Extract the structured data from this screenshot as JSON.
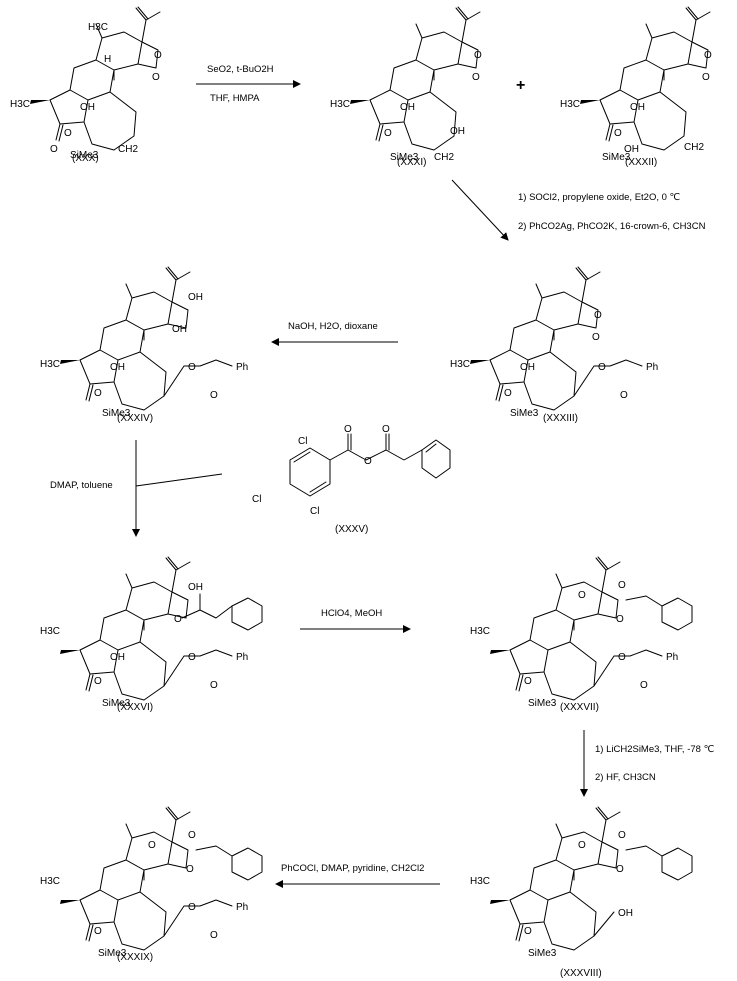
{
  "title": "Synthesis scheme (XXX) to (XXXIX)",
  "compounds": [
    {
      "id": "XXX",
      "label": "(XXX)"
    },
    {
      "id": "XXXI",
      "label": "(XXXI)"
    },
    {
      "id": "XXXII",
      "label": "(XXXII)"
    },
    {
      "id": "XXXIII",
      "label": "(XXXIII)"
    },
    {
      "id": "XXXIV",
      "label": "(XXXIV)"
    },
    {
      "id": "XXXV",
      "label": "(XXXV)"
    },
    {
      "id": "XXXVI",
      "label": "(XXXVI)"
    },
    {
      "id": "XXXVII",
      "label": "(XXXVII)"
    },
    {
      "id": "XXXVIII",
      "label": "(XXXVIII)"
    },
    {
      "id": "XXXIX",
      "label": "(XXXIX)"
    }
  ],
  "plus": "+",
  "conditions": {
    "step1_line1": "SeO2, t-BuO2H",
    "step1_line2": "THF, HMPA",
    "step2_line1": "1) SOCl2, propylene oxide, Et2O, 0 ℃",
    "step2_line2": "2) PhCO2Ag, PhCO2K, 16-crown-6, CH3CN",
    "step3": "NaOH, H2O, dioxane",
    "step4": "DMAP, toluene",
    "step5": "HClO4, MeOH",
    "step6_line1": "1) LiCH2SiMe3, THF, -78 ℃",
    "step6_line2": "2) HF, CH3CN",
    "step7": "PhCOCl, DMAP, pyridine, CH2Cl2"
  },
  "atoms": {
    "h3c": "H3C",
    "me_h3c": "H3C",
    "oh": "OH",
    "o": "O",
    "h": "H",
    "sime3": "SiMe3",
    "ph": "Ph",
    "cl": "Cl",
    "ch2": "CH2"
  }
}
